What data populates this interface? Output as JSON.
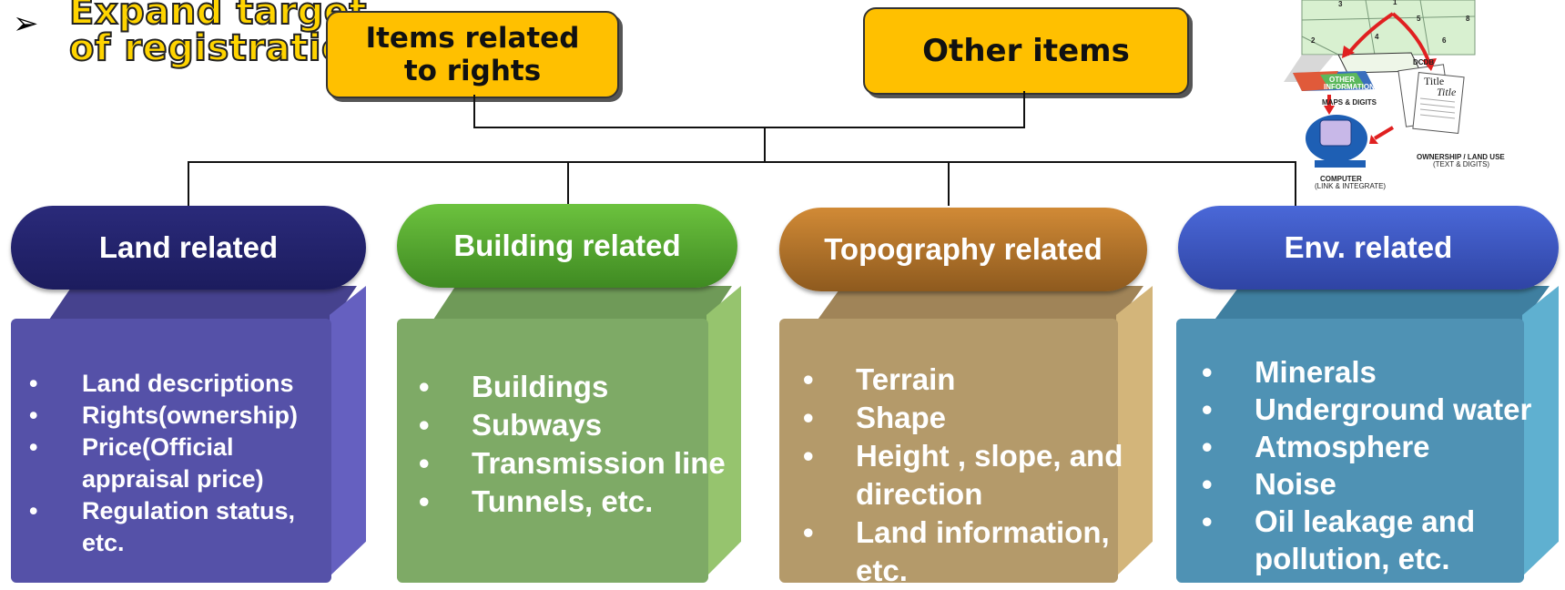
{
  "headline": {
    "bullet": "➢",
    "line1": "Expand target",
    "line2": "of registration"
  },
  "top_boxes": {
    "rights": "Items related to rights",
    "other": "Other items"
  },
  "categories": [
    {
      "title": "Land related",
      "items": [
        "Land descriptions",
        "Rights(ownership)",
        "Price(Official appraisal price)",
        "Regulation status, etc."
      ]
    },
    {
      "title": "Building related",
      "items": [
        "Buildings",
        "Subways",
        "Transmission line",
        "Tunnels, etc."
      ]
    },
    {
      "title": "Topography related",
      "items": [
        "Terrain",
        "Shape",
        "Height , slope, and direction",
        "Land information, etc."
      ]
    },
    {
      "title": "Env. related",
      "items": [
        "Minerals",
        "Underground water",
        "Atmosphere",
        "Noise",
        "Oil leakage and pollution, etc."
      ]
    }
  ],
  "illustration": {
    "dcdb": "DCDB",
    "other_info": "OTHER INFORMATION",
    "maps_digits": "MAPS & DIGITS",
    "title1": "Title",
    "title2": "Title",
    "ownership": "OWNERSHIP / LAND USE",
    "text_digits": "(TEXT & DIGITS)",
    "computer": "COMPUTER",
    "link": "(LINK & INTEGRATE)",
    "parcels": [
      "1",
      "2",
      "3",
      "4",
      "5",
      "6",
      "8"
    ]
  },
  "colors": {
    "yellow_box": "#ffc000",
    "land_pill": "#22226a",
    "land_body": "#5551a8",
    "building_pill": "#4ea42c",
    "building_body": "#7eaa66",
    "topo_pill": "#b8752a",
    "topo_body": "#b49a6a",
    "env_pill": "#3f57c4",
    "env_body": "#4f92b4"
  }
}
